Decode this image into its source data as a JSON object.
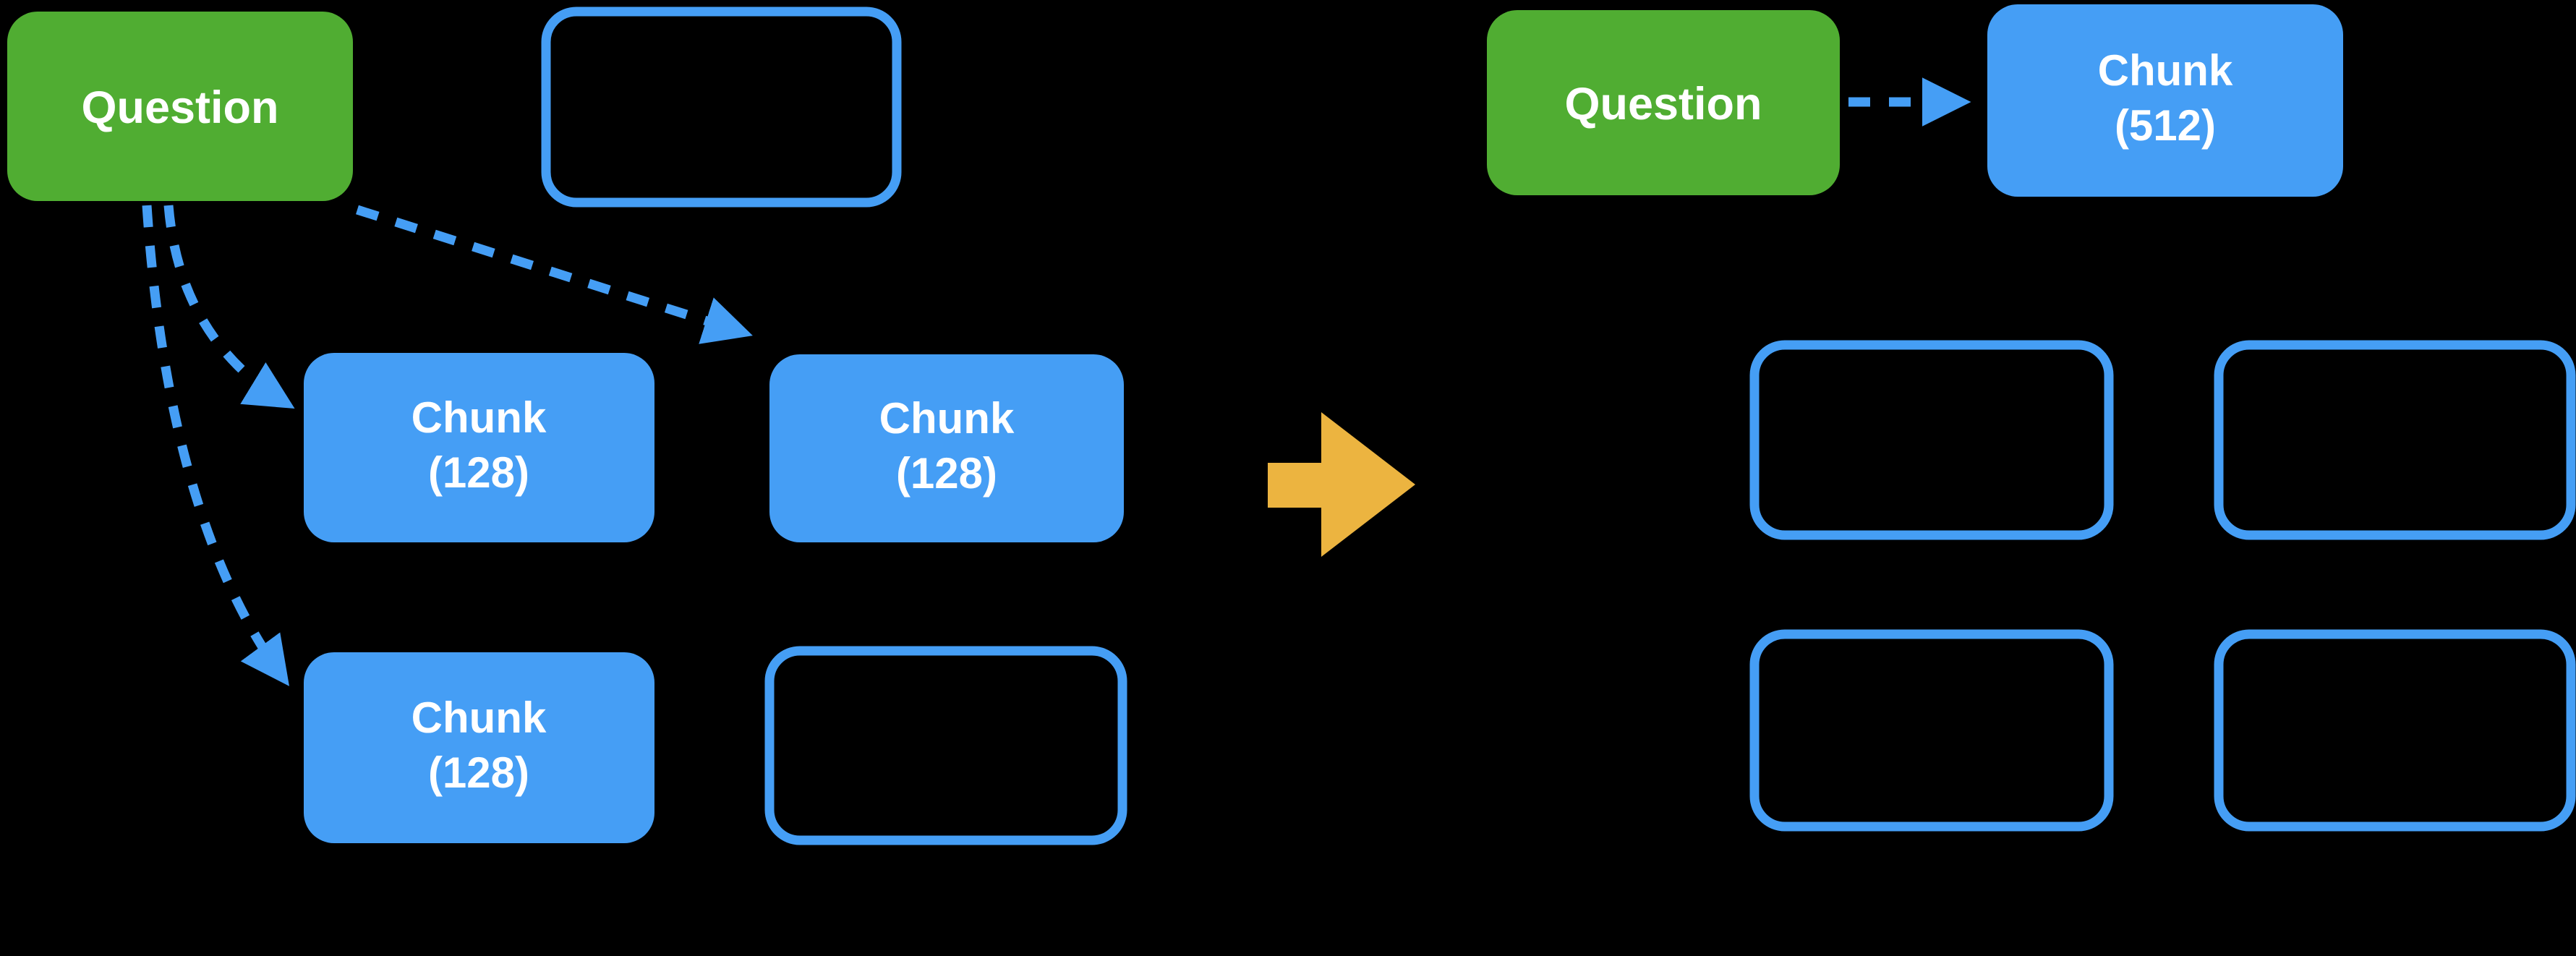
{
  "diagram": {
    "background": "#000000",
    "colors": {
      "green": "#50ad32",
      "blue": "#459ef5",
      "orange": "#ecb440",
      "text": "#ffffff"
    },
    "left_panel": {
      "question_label": "Question",
      "chunk_boxes": [
        {
          "line1": "Chunk",
          "line2": "(128)"
        },
        {
          "line1": "Chunk",
          "line2": "(128)"
        },
        {
          "line1": "Chunk",
          "line2": "(128)"
        }
      ],
      "empty_outlined_boxes": 2
    },
    "right_panel": {
      "question_label": "Question",
      "chunk_box": {
        "line1": "Chunk",
        "line2": "(512)"
      },
      "empty_outlined_boxes": 4
    }
  }
}
